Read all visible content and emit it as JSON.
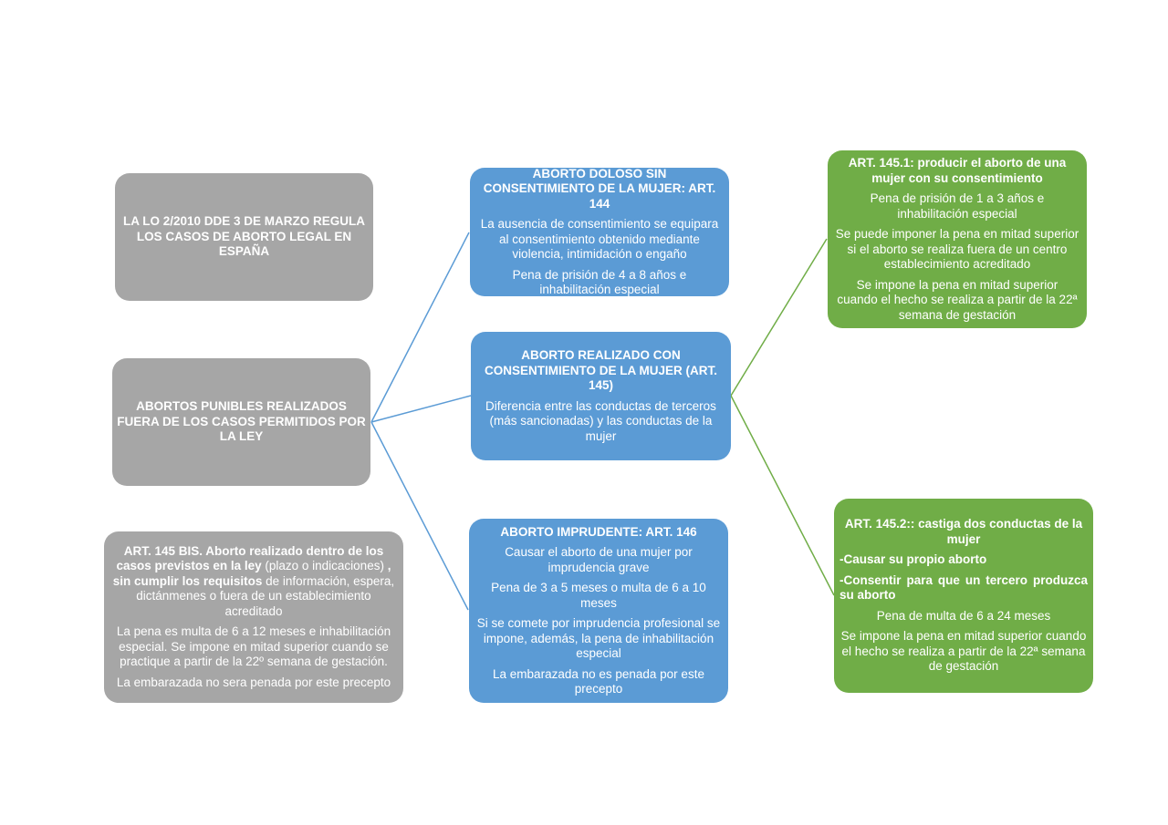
{
  "colors": {
    "gray": "#a6a6a6",
    "blue": "#5b9bd5",
    "green": "#70ad47",
    "text": "#ffffff"
  },
  "nodes": {
    "lo2010": {
      "title": "LA LO 2/2010 DDE 3 DE MARZO REGULA LOS CASOS DE ABORTO LEGAL EN ESPAÑA"
    },
    "abortos_punibles": {
      "title": "ABORTOS PUNIBLES REALIZADOS FUERA DE LOS CASOS PERMITIDOS POR LA LEY"
    },
    "art145bis": {
      "intro_bold": "ART. 145 BIS. Aborto realizado dentro de los casos previstos en la ley",
      "intro_normal": " (plazo o indicaciones) ",
      "intro_comma": ", ",
      "intro_bold2": "sin cumplir los requisitos",
      "intro_tail": " de información, espera, dictánmenes o fuera de un establecimiento acreditado",
      "p2": "La pena es multa de 6 a 12 meses e inhabilitación especial. Se impone en mitad superior cuando se practique a partir de la 22º semana de gestación.",
      "p3": "La embarazada no sera penada por este precepto"
    },
    "art144": {
      "title": "ABORTO DOLOSO SIN CONSENTIMIENTO DE LA MUJER: ART. 144",
      "p1": "La ausencia de consentimiento se equipara al consentimiento obtenido mediante violencia, intimidación o engaño",
      "p2": "Pena de prisión de 4 a 8 años e inhabilitación especial"
    },
    "art145": {
      "title": "ABORTO REALIZADO CON CONSENTIMIENTO DE LA MUJER (ART. 145)",
      "p1": "Diferencia entre las conductas de terceros (más sancionadas) y las conductas de la mujer"
    },
    "art146": {
      "title": "ABORTO IMPRUDENTE: ART. 146",
      "p1": "Causar el aborto de una mujer por imprudencia grave",
      "p2": "Pena de 3 a 5 meses o multa de 6 a 10 meses",
      "p3": "Si se comete por imprudencia profesional se impone, además, la pena de inhabilitación especial",
      "p4": "La embarazada no es penada por este precepto"
    },
    "art1451": {
      "title": "ART. 145.1: producir el aborto de una mujer con su consentimiento",
      "p1": "Pena de prisión de 1 a 3 años e inhabilitación especial",
      "p2": "Se puede imponer la pena en mitad superior si el aborto se realiza fuera de un centro establecimiento acreditado",
      "p3": "Se impone la pena en mitad superior cuando el hecho se realiza a partir de la 22ª semana de gestación"
    },
    "art1452": {
      "title": "ART. 145.2:: castiga dos conductas de la mujer",
      "c1": "-Causar su propio aborto",
      "c2": "-Consentir para que un tercero produzca su aborto",
      "p1": "Pena de multa de 6 a 24 meses",
      "p2": "Se impone la pena en mitad superior cuando el hecho se realiza a partir de la 22ª semana de gestación"
    }
  }
}
